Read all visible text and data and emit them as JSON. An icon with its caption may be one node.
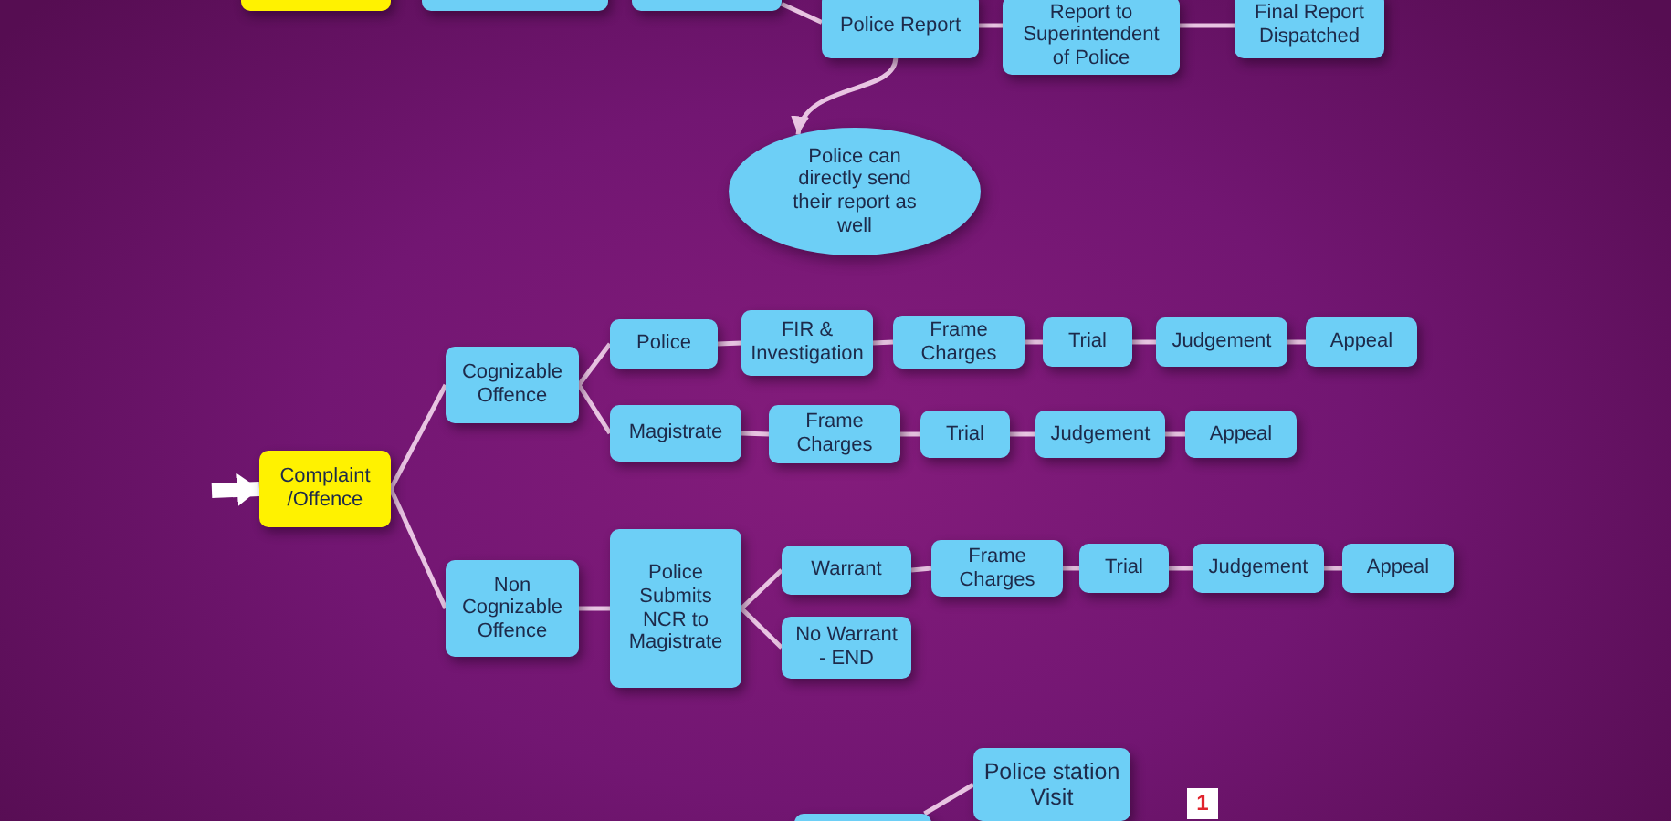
{
  "diagram": {
    "nodes": [
      {
        "text": [],
        "shape": "box"
      },
      {
        "text": [],
        "shape": "box"
      },
      {
        "text": [],
        "shape": "box"
      },
      {
        "text": [
          "Police Report"
        ]
      },
      {
        "text": [
          "Report to Superintendent of Police"
        ]
      },
      {
        "text": [
          "Final Report Dispatched"
        ]
      },
      {
        "text": [
          "Police can directly send their report as well"
        ]
      },
      {
        "text": [
          "Complaint /Offence"
        ]
      },
      {
        "text": [
          "Cognizable Offence"
        ]
      },
      {
        "text": [
          "Police"
        ]
      },
      {
        "text": [
          "FIR & Investigation"
        ]
      },
      {
        "text": [
          "Frame Charges"
        ]
      },
      {
        "text": [
          "Trial"
        ]
      },
      {
        "text": [
          "Judgement"
        ]
      },
      {
        "text": [
          "Appeal"
        ]
      },
      {
        "text": [
          "Magistrate"
        ]
      },
      {
        "text": [
          "Frame Charges"
        ]
      },
      {
        "text": [
          "Trial"
        ]
      },
      {
        "text": [
          "Judgement"
        ]
      },
      {
        "text": [
          "Appeal"
        ]
      },
      {
        "text": [
          "Non Cognizable Offence"
        ]
      },
      {
        "text": [
          "Police Submits NCR to Magistrate"
        ]
      },
      {
        "text": [
          "Warrant"
        ]
      },
      {
        "text": [
          "Frame Charges"
        ]
      },
      {
        "text": [
          "Trial"
        ]
      },
      {
        "text": [
          "Judgement"
        ]
      },
      {
        "text": [
          "Appeal"
        ]
      },
      {
        "text": [
          "No Warrant - END"
        ]
      },
      {
        "text": [
          "Police station Visit"
        ]
      },
      {
        "text": [],
        "shape": "box"
      }
    ],
    "edges": [
      {
        "from": 2,
        "to": 3,
        "arrow": "none"
      },
      {
        "from": 3,
        "to": 4,
        "arrow": "none"
      },
      {
        "from": 4,
        "to": 5,
        "arrow": "none"
      },
      {
        "from": 3,
        "to": 6,
        "arrow": "to"
      },
      {
        "from": null,
        "to": 7,
        "arrow": "to",
        "style": "thick",
        "color": "#ffffff"
      },
      {
        "from": 7,
        "to": 8,
        "arrow": "none"
      },
      {
        "from": 7,
        "to": 20,
        "arrow": "none"
      },
      {
        "from": 8,
        "to": 9,
        "arrow": "none"
      },
      {
        "from": 8,
        "to": 15,
        "arrow": "none"
      },
      {
        "from": 9,
        "to": 10,
        "arrow": "none"
      },
      {
        "from": 10,
        "to": 11,
        "arrow": "none"
      },
      {
        "from": 11,
        "to": 12,
        "arrow": "none"
      },
      {
        "from": 12,
        "to": 13,
        "arrow": "none"
      },
      {
        "from": 13,
        "to": 14,
        "arrow": "none"
      },
      {
        "from": 15,
        "to": 16,
        "arrow": "none"
      },
      {
        "from": 16,
        "to": 17,
        "arrow": "none"
      },
      {
        "from": 17,
        "to": 18,
        "arrow": "none"
      },
      {
        "from": 18,
        "to": 19,
        "arrow": "none"
      },
      {
        "from": 20,
        "to": 21,
        "arrow": "none"
      },
      {
        "from": 21,
        "to": 22,
        "arrow": "none"
      },
      {
        "from": 21,
        "to": 27,
        "arrow": "none"
      },
      {
        "from": 22,
        "to": 23,
        "arrow": "none"
      },
      {
        "from": 23,
        "to": 24,
        "arrow": "none"
      },
      {
        "from": 24,
        "to": 25,
        "arrow": "none"
      },
      {
        "from": 25,
        "to": 26,
        "arrow": "none"
      },
      {
        "from": 29,
        "to": 28,
        "arrow": "none"
      }
    ],
    "labels": [
      "1"
    ]
  }
}
